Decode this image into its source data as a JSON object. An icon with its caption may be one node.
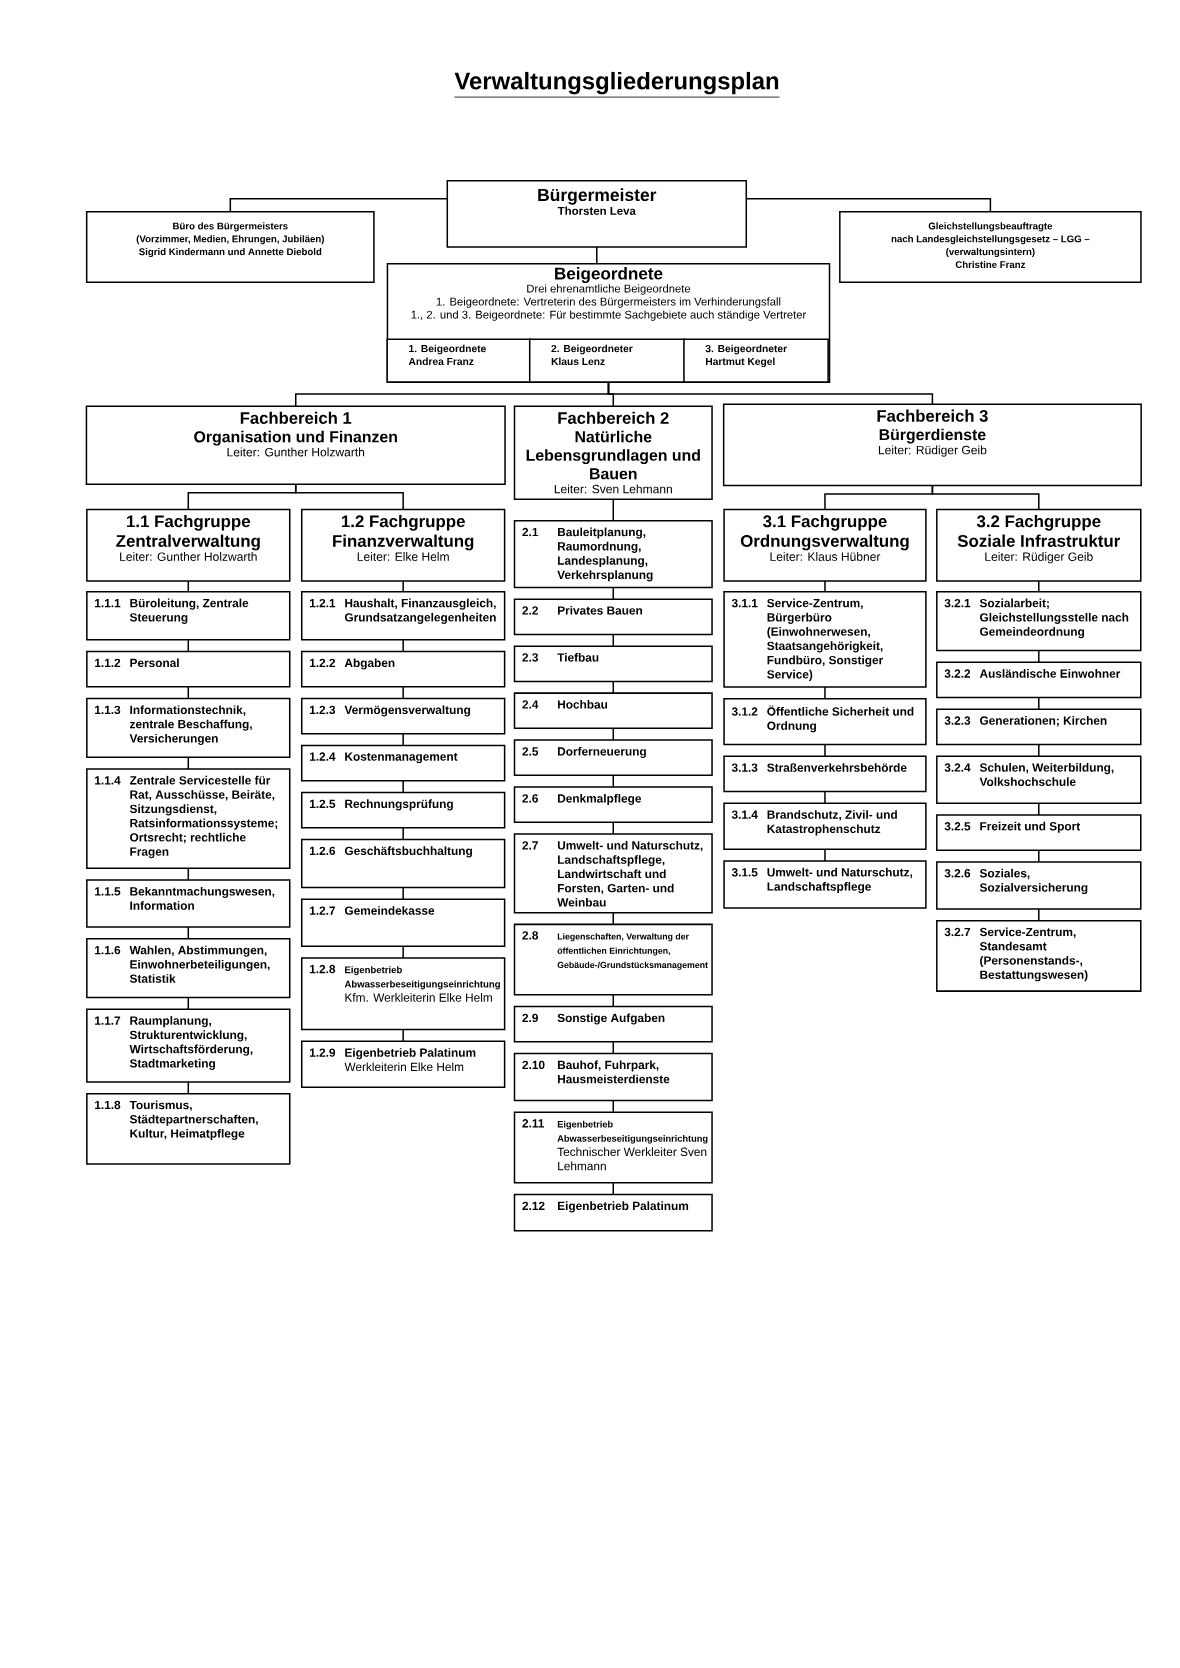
{
  "diagram": {
    "title": "Verwaltungsgliederungsplan",
    "nodes": [
      {
        "text": [
          "Bürgermeister",
          "Thorsten Leva"
        ]
      },
      {
        "text": [
          "Büro des Bürgermeisters",
          "(Vorzimmer, Medien, Ehrungen, Jubiläen)",
          "Sigrid Kindermann und Annette Diebold"
        ]
      },
      {
        "text": [
          "Gleichstellungsbeauftragte",
          "nach Landesgleichstellungsgesetz – LGG –",
          "(verwaltungsintern)",
          "Christine Franz"
        ]
      },
      {
        "text": [
          "Beigeordnete",
          "Drei ehrenamtliche Beigeordnete",
          "1. Beigeordnete: Vertreterin des Bürgermeisters im Verhinderungsfall",
          "1., 2. und 3. Beigeordnete: Für bestimmte Sachgebiete auch ständige Vertreter"
        ]
      },
      {
        "text": [
          "1. Beigeordnete",
          "Andrea Franz"
        ],
        "in": 3
      },
      {
        "text": [
          "2. Beigeordneter",
          "Klaus Lenz"
        ],
        "in": 3
      },
      {
        "text": [
          "3. Beigeordneter",
          "Hartmut Kegel"
        ],
        "in": 3
      },
      {
        "text": [
          "Fachbereich 1",
          "Organisation und Finanzen",
          "Leiter: Gunther Holzwarth"
        ]
      },
      {
        "text": [
          "Fachbereich 2",
          "Natürliche Lebensgrundlagen und Bauen",
          "Leiter: Sven Lehmann"
        ]
      },
      {
        "text": [
          "Fachbereich 3",
          "Bürgerdienste",
          "Leiter: Rüdiger Geib"
        ]
      },
      {
        "text": [
          "1.1 Fachgruppe Zentralverwaltung",
          "Leiter: Gunther Holzwarth"
        ]
      },
      {
        "text": [
          "1.2 Fachgruppe Finanzverwaltung",
          "Leiter: Elke Helm"
        ]
      },
      {
        "text": [
          "3.1 Fachgruppe Ordnungsverwaltung",
          "Leiter: Klaus Hübner"
        ]
      },
      {
        "text": [
          "3.2 Fachgruppe Soziale Infrastruktur",
          "Leiter: Rüdiger Geib"
        ]
      },
      {
        "text": [
          "1.1.1",
          "Büroleitung, Zentrale Steuerung"
        ]
      },
      {
        "text": [
          "1.1.2",
          "Personal"
        ]
      },
      {
        "text": [
          "1.1.3",
          "Informationstechnik, zentrale Beschaffung, Versicherungen"
        ]
      },
      {
        "text": [
          "1.1.4",
          "Zentrale Servicestelle für Rat, Ausschüsse, Beiräte, Sitzungsdienst, Ratsinformationssysteme; Ortsrecht; rechtliche Fragen"
        ]
      },
      {
        "text": [
          "1.1.5",
          "Bekanntmachungswesen, Information"
        ]
      },
      {
        "text": [
          "1.1.6",
          "Wahlen, Abstimmungen, Einwohnerbeteiligungen, Statistik"
        ]
      },
      {
        "text": [
          "1.1.7",
          "Raumplanung, Strukturentwicklung, Wirtschaftsförderung, Stadtmarketing"
        ]
      },
      {
        "text": [
          "1.1.8",
          "Tourismus, Städtepartnerschaften, Kultur, Heimatpflege"
        ]
      },
      {
        "text": [
          "1.2.1",
          "Haushalt, Finanzausgleich, Grundsatzangelegenheiten"
        ]
      },
      {
        "text": [
          "1.2.2",
          "Abgaben"
        ]
      },
      {
        "text": [
          "1.2.3",
          "Vermögensverwaltung"
        ]
      },
      {
        "text": [
          "1.2.4",
          "Kostenmanagement"
        ]
      },
      {
        "text": [
          "1.2.5",
          "Rechnungsprüfung"
        ]
      },
      {
        "text": [
          "1.2.6",
          "Geschäftsbuchhaltung"
        ]
      },
      {
        "text": [
          "1.2.7",
          "Gemeindekasse"
        ]
      },
      {
        "text": [
          "1.2.8",
          "Eigenbetrieb Abwasserbeseitigungseinrichtung",
          "Kfm. Werkleiterin Elke Helm"
        ]
      },
      {
        "text": [
          "1.2.9",
          "Eigenbetrieb Palatinum",
          "Werkleiterin Elke Helm"
        ]
      },
      {
        "text": [
          "2.1",
          "Bauleitplanung, Raumordnung, Landesplanung, Verkehrsplanung"
        ]
      },
      {
        "text": [
          "2.2",
          "Privates Bauen"
        ]
      },
      {
        "text": [
          "2.3",
          "Tiefbau"
        ]
      },
      {
        "text": [
          "2.4",
          "Hochbau"
        ]
      },
      {
        "text": [
          "2.5",
          "Dorferneuerung"
        ]
      },
      {
        "text": [
          "2.6",
          "Denkmalpflege"
        ]
      },
      {
        "text": [
          "2.7",
          "Umwelt- und Naturschutz, Landschaftspflege, Landwirtschaft und Forsten, Garten- und Weinbau"
        ]
      },
      {
        "text": [
          "2.8",
          "Liegenschaften, Verwaltung der öffentlichen Einrichtungen, Gebäude-/Grundstücksmanagement"
        ]
      },
      {
        "text": [
          "2.9",
          "Sonstige Aufgaben"
        ]
      },
      {
        "text": [
          "2.10",
          "Bauhof, Fuhrpark, Hausmeisterdienste"
        ]
      },
      {
        "text": [
          "2.11",
          "Eigenbetrieb Abwasserbeseitigungseinrichtung",
          "Technischer Werkleiter Sven Lehmann"
        ]
      },
      {
        "text": [
          "2.12",
          "Eigenbetrieb Palatinum"
        ]
      },
      {
        "text": [
          "3.1.1",
          "Service-Zentrum, Bürgerbüro (Einwohnerwesen, Staatsangehörigkeit, Fundbüro, Sonstiger Service)"
        ]
      },
      {
        "text": [
          "3.1.2",
          "Öffentliche Sicherheit und Ordnung"
        ]
      },
      {
        "text": [
          "3.1.3",
          "Straßenverkehrsbehörde"
        ]
      },
      {
        "text": [
          "3.1.4",
          "Brandschutz, Zivil- und Katastrophenschutz"
        ]
      },
      {
        "text": [
          "3.1.5",
          "Umwelt- und Naturschutz, Landschaftspflege"
        ]
      },
      {
        "text": [
          "3.2.1",
          "Sozialarbeit; Gleichstellungsstelle nach Gemeindeordnung"
        ]
      },
      {
        "text": [
          "3.2.2",
          "Ausländische Einwohner"
        ]
      },
      {
        "text": [
          "3.2.3",
          "Generationen; Kirchen"
        ]
      },
      {
        "text": [
          "3.2.4",
          "Schulen, Weiterbildung, Volkshochschule"
        ]
      },
      {
        "text": [
          "3.2.5",
          "Freizeit und Sport"
        ]
      },
      {
        "text": [
          "3.2.6",
          "Soziales, Sozialversicherung"
        ]
      },
      {
        "text": [
          "3.2.7",
          "Service-Zentrum, Standesamt (Personenstands-, Bestattungswesen)"
        ]
      }
    ],
    "edges": [
      {
        "from": 0,
        "to": 1,
        "arrow": "none"
      },
      {
        "from": 0,
        "to": 2,
        "arrow": "none"
      },
      {
        "from": 0,
        "to": 3,
        "arrow": "none"
      },
      {
        "from": 3,
        "to": 7,
        "arrow": "none"
      },
      {
        "from": 3,
        "to": 8,
        "arrow": "none"
      },
      {
        "from": 3,
        "to": 9,
        "arrow": "none"
      },
      {
        "from": 7,
        "to": 10,
        "arrow": "none"
      },
      {
        "from": 7,
        "to": 11,
        "arrow": "none"
      },
      {
        "from": 9,
        "to": 12,
        "arrow": "none"
      },
      {
        "from": 9,
        "to": 13,
        "arrow": "none"
      },
      {
        "from": 10,
        "to": 14,
        "arrow": "none"
      },
      {
        "from": 14,
        "to": 15,
        "arrow": "none"
      },
      {
        "from": 15,
        "to": 16,
        "arrow": "none"
      },
      {
        "from": 16,
        "to": 17,
        "arrow": "none"
      },
      {
        "from": 17,
        "to": 18,
        "arrow": "none"
      },
      {
        "from": 18,
        "to": 19,
        "arrow": "none"
      },
      {
        "from": 19,
        "to": 20,
        "arrow": "none"
      },
      {
        "from": 20,
        "to": 21,
        "arrow": "none"
      },
      {
        "from": 11,
        "to": 22,
        "arrow": "none"
      },
      {
        "from": 22,
        "to": 23,
        "arrow": "none"
      },
      {
        "from": 23,
        "to": 24,
        "arrow": "none"
      },
      {
        "from": 24,
        "to": 25,
        "arrow": "none"
      },
      {
        "from": 25,
        "to": 26,
        "arrow": "none"
      },
      {
        "from": 26,
        "to": 27,
        "arrow": "none"
      },
      {
        "from": 27,
        "to": 28,
        "arrow": "none"
      },
      {
        "from": 28,
        "to": 29,
        "arrow": "none"
      },
      {
        "from": 29,
        "to": 30,
        "arrow": "none"
      },
      {
        "from": 8,
        "to": 31,
        "arrow": "none"
      },
      {
        "from": 31,
        "to": 32,
        "arrow": "none"
      },
      {
        "from": 32,
        "to": 33,
        "arrow": "none"
      },
      {
        "from": 33,
        "to": 34,
        "arrow": "none"
      },
      {
        "from": 34,
        "to": 35,
        "arrow": "none"
      },
      {
        "from": 35,
        "to": 36,
        "arrow": "none"
      },
      {
        "from": 36,
        "to": 37,
        "arrow": "none"
      },
      {
        "from": 37,
        "to": 38,
        "arrow": "none"
      },
      {
        "from": 38,
        "to": 39,
        "arrow": "none"
      },
      {
        "from": 39,
        "to": 40,
        "arrow": "none"
      },
      {
        "from": 40,
        "to": 41,
        "arrow": "none"
      },
      {
        "from": 41,
        "to": 42,
        "arrow": "none"
      },
      {
        "from": 12,
        "to": 43,
        "arrow": "none"
      },
      {
        "from": 43,
        "to": 44,
        "arrow": "none"
      },
      {
        "from": 44,
        "to": 45,
        "arrow": "none"
      },
      {
        "from": 45,
        "to": 46,
        "arrow": "none"
      },
      {
        "from": 46,
        "to": 47,
        "arrow": "none"
      },
      {
        "from": 13,
        "to": 48,
        "arrow": "none"
      },
      {
        "from": 48,
        "to": 49,
        "arrow": "none"
      },
      {
        "from": 49,
        "to": 50,
        "arrow": "none"
      },
      {
        "from": 50,
        "to": 51,
        "arrow": "none"
      },
      {
        "from": 51,
        "to": 52,
        "arrow": "none"
      },
      {
        "from": 52,
        "to": 53,
        "arrow": "none"
      },
      {
        "from": 53,
        "to": 54,
        "arrow": "none"
      }
    ]
  }
}
